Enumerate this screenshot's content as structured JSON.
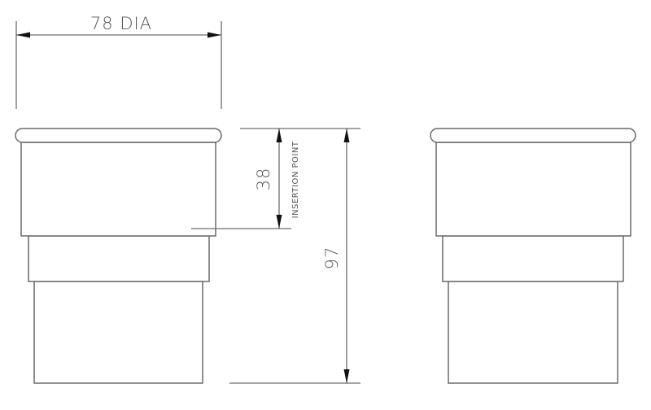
{
  "drawing": {
    "title": "Gutter downpipe socket adaptor – technical drawing",
    "units": "mm",
    "line_color": "#6e6e6e",
    "arrow_color": "#111111",
    "background": "#ffffff"
  },
  "dimensions": {
    "diameter": {
      "value": "78",
      "label": "78 DIA"
    },
    "insertion": {
      "value": "38",
      "label": "38",
      "note": "INSERTION POINT"
    },
    "overall_height": {
      "value": "97",
      "label": "97"
    }
  },
  "views": [
    {
      "name": "left-elevation",
      "sections": [
        "rim",
        "socket-body",
        "step-section",
        "spigot"
      ]
    },
    {
      "name": "right-elevation",
      "sections": [
        "rim",
        "socket-body",
        "step-section",
        "spigot"
      ]
    }
  ]
}
